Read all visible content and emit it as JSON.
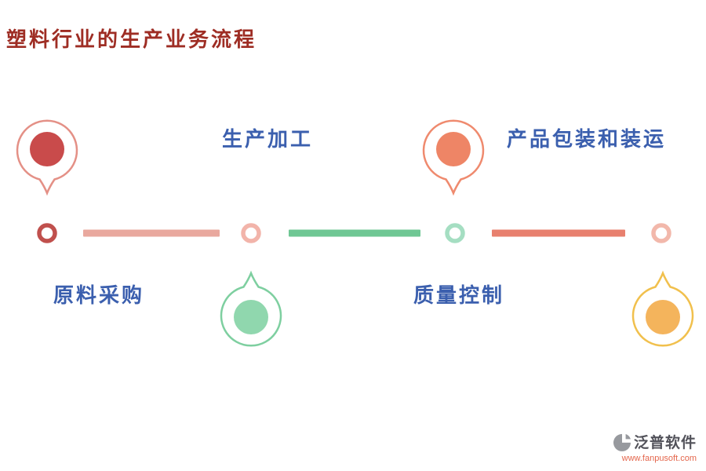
{
  "page": {
    "title": "塑料行业的生产业务流程",
    "title_color": "#9e2d24"
  },
  "diagram": {
    "type": "process-timeline",
    "label_color": "#3b5fae",
    "steps": [
      {
        "label": "原料采购",
        "pin_side": "above",
        "label_side": "below",
        "pin_outline_color": "#e49086",
        "pin_fill_color": "#c94b4b",
        "node_ring_color": "#c0504d"
      },
      {
        "label": "生产加工",
        "pin_side": "below",
        "label_side": "above",
        "pin_outline_color": "#7ecfa0",
        "pin_fill_color": "#90d7ae",
        "node_ring_color": "#f2b4aa"
      },
      {
        "label": "质量控制",
        "pin_side": "above",
        "label_side": "below",
        "pin_outline_color": "#ef8a6e",
        "pin_fill_color": "#ee8566",
        "node_ring_color": "#a5dec2"
      },
      {
        "label": "产品包装和装运",
        "pin_side": "below",
        "label_side": "above",
        "pin_outline_color": "#f1c04d",
        "pin_fill_color": "#f4b45c",
        "node_ring_color": "#f2b8ab"
      }
    ],
    "segments": [
      {
        "color": "#e9a89e"
      },
      {
        "color": "#6fc794"
      },
      {
        "color": "#e8806e"
      }
    ]
  },
  "footer": {
    "brand": "泛普软件",
    "website": "www.fanpusoft.com",
    "brand_color": "#52525a",
    "website_color": "#e4664c"
  }
}
